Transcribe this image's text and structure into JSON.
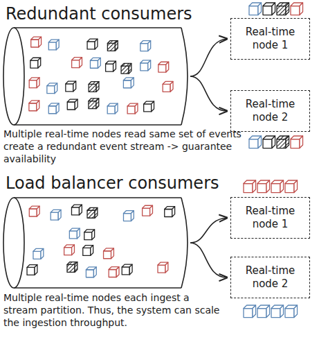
{
  "diagram": {
    "nodes": [
      {
        "text": [
          "Real-time node 1"
        ]
      },
      {
        "text": [
          "Real-time node 2"
        ]
      },
      {
        "text": [
          "Real-time node 1"
        ]
      },
      {
        "text": [
          "Real-time node 2"
        ]
      }
    ],
    "labels": [
      "Redundant consumers",
      "Multiple real-time nodes read same set of events create a redundant event stream -> guarantee availability",
      "Load balancer consumers",
      "Multiple real-time nodes each ingest a stream partition. Thus, the system can scale the ingestion throughput."
    ]
  }
}
